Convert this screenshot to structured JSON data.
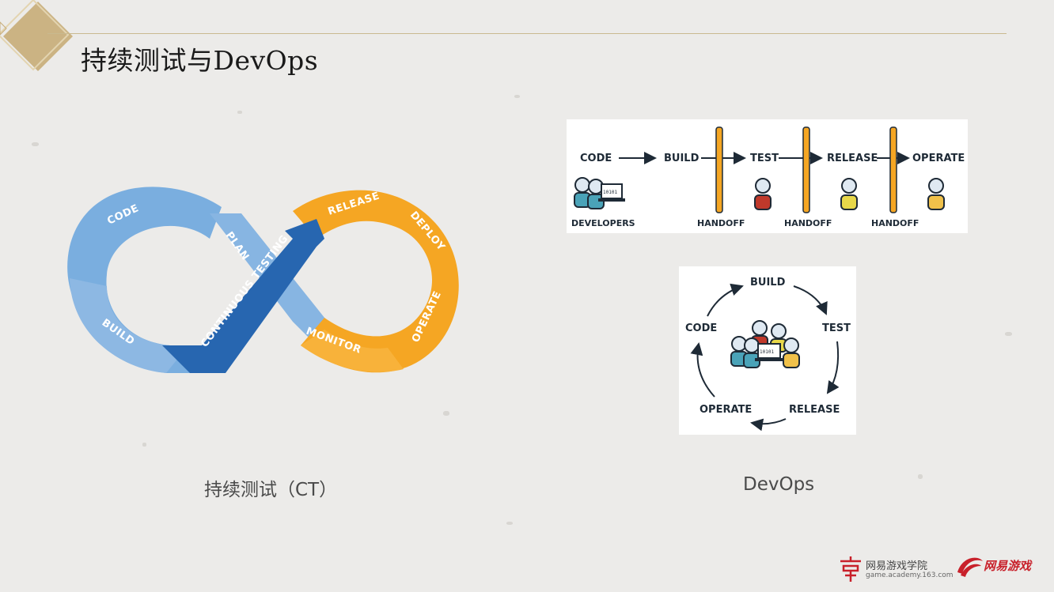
{
  "title": "持续测试与DevOps",
  "captions": {
    "ct": "持续测试（CT）",
    "devops": "DevOps"
  },
  "infinity": {
    "code": "CODE",
    "build": "BUILD",
    "plan": "PLAN",
    "continuous_testing": "CONTINUOUS TESTING",
    "release": "RELEASE",
    "deploy": "DEPLOY",
    "operate": "OPERATE",
    "monitor": "MONITOR"
  },
  "pipeline": {
    "stages": [
      "CODE",
      "BUILD",
      "TEST",
      "RELEASE",
      "OPERATE"
    ],
    "developers": "DEVELOPERS",
    "handoff": "HANDOFF",
    "binary": "10101"
  },
  "cycle": {
    "stages": [
      "BUILD",
      "TEST",
      "RELEASE",
      "OPERATE",
      "CODE"
    ],
    "binary": "10101"
  },
  "logos": {
    "academy_name": "网易游戏学院",
    "academy_url": "game.academy.163.com",
    "games_name": "网易游戏"
  },
  "colors": {
    "light_blue": "#7aaedf",
    "dark_blue": "#2766b0",
    "orange": "#f5a623",
    "gold": "#c8ad78"
  }
}
